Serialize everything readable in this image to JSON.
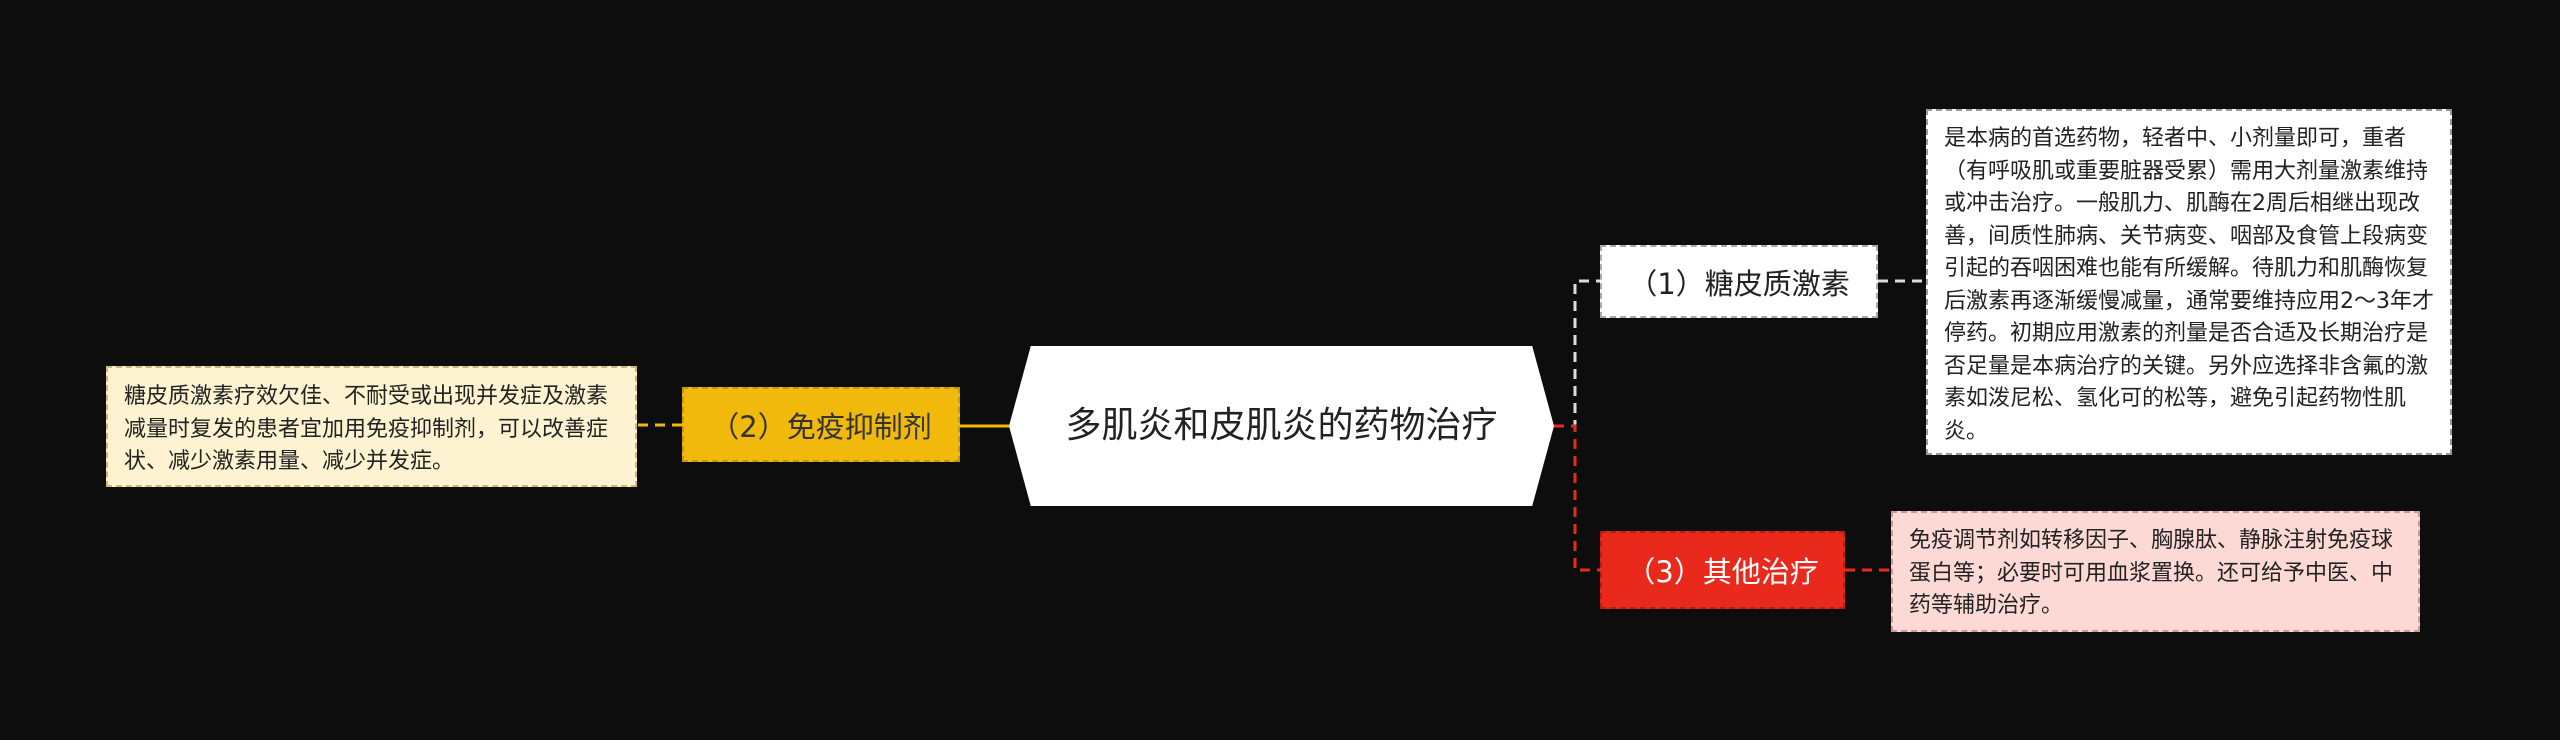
{
  "central": {
    "title": "多肌炎和皮肌炎的药物治疗"
  },
  "branches": [
    {
      "label": "（1）糖皮质激素",
      "color": "#ffffff",
      "note": "是本病的首选药物，轻者中、小剂量即可，重者（有呼吸肌或重要脏器受累）需用大剂量激素维持或冲击治疗。一般肌力、肌酶在2周后相继出现改善，间质性肺病、关节病变、咽部及食管上段病变引起的吞咽困难也能有所缓解。待肌力和肌酶恢复后激素再逐渐缓慢减量，通常要维持应用2～3年才停药。初期应用激素的剂量是否合适及长期治疗是否足量是本病治疗的关键。另外应选择非含氟的激素如泼尼松、氢化可的松等，避免引起药物性肌炎。"
    },
    {
      "label": "（2）免疫抑制剂",
      "color": "#f0b90b",
      "note": "糖皮质激素疗效欠佳、不耐受或出现并发症及激素减量时复发的患者宜加用免疫抑制剂，可以改善症状、减少激素用量、减少并发症。"
    },
    {
      "label": "（3）其他治疗",
      "color": "#e8291c",
      "note": "免疫调节剂如转移因子、胸腺肽、静脉注射免疫球蛋白等；必要时可用血浆置换。还可给予中医、中药等辅助治疗。"
    }
  ]
}
